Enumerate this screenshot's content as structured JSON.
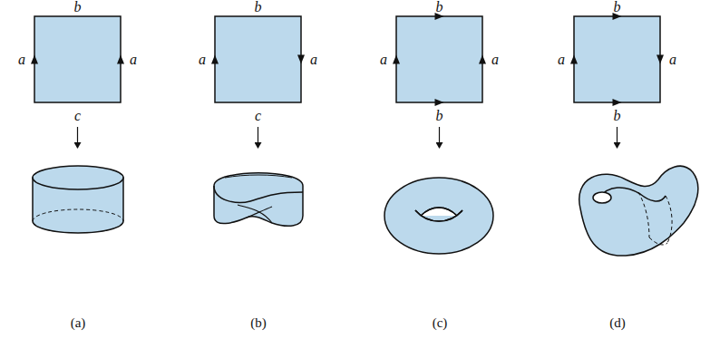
{
  "diagram": {
    "labels": [
      "b",
      "a",
      "a",
      "c",
      "b",
      "a",
      "a",
      "c",
      "b",
      "a",
      "a",
      "b",
      "b",
      "a",
      "a",
      "b",
      "(a)",
      "(b)",
      "(c)",
      "(d)"
    ]
  }
}
